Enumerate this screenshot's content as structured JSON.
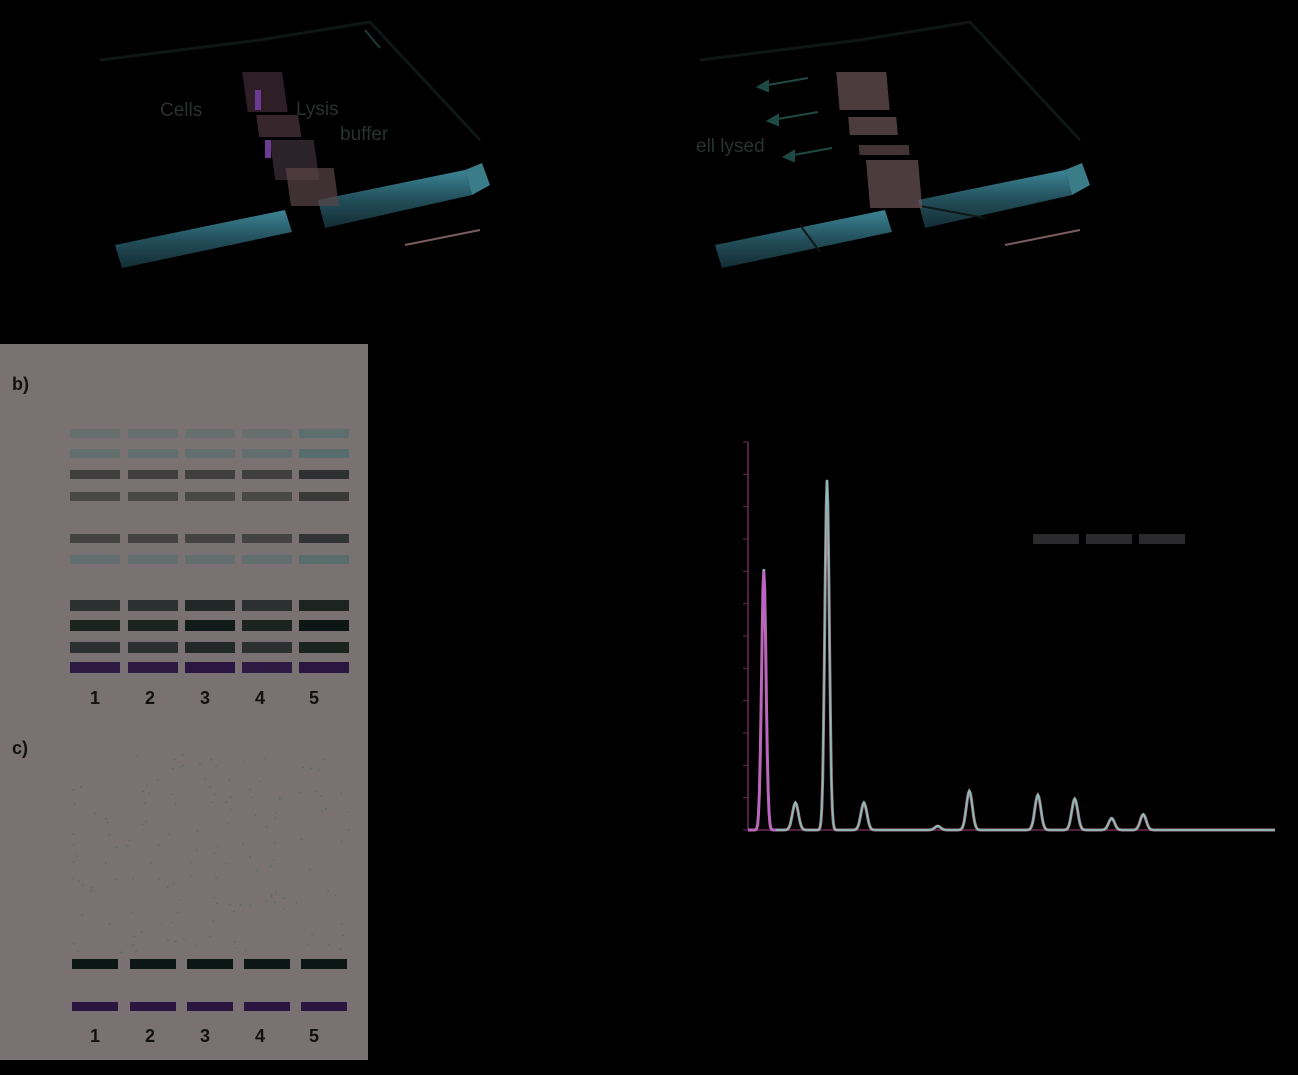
{
  "diagram": {
    "left_labels": {
      "cells": "Cells",
      "lysis": "Lysis",
      "buffer": "buffer"
    },
    "right_labels": {
      "cell_lysed": "ell lysed"
    }
  },
  "gel_b": {
    "label": "b)",
    "lanes": [
      "1",
      "2",
      "3",
      "4",
      "5"
    ]
  },
  "gel_c": {
    "label": "c)",
    "lanes": [
      "1",
      "2",
      "3",
      "4",
      "5"
    ]
  },
  "colors": {
    "gel_background": "#7a7172",
    "band_dark": "#0c1614",
    "band_teal": "#2f6b66",
    "band_purple": "#2a1640",
    "trace_pink": "#c98ba0",
    "trace_teal": "#7fc7bd",
    "trace_purple": "#c060d0",
    "channel_teal": "#2d6470"
  },
  "chart_data": {
    "type": "line",
    "title": "",
    "xlabel": "",
    "ylabel": "",
    "series": [
      {
        "peaks": [
          {
            "x": 0.03,
            "y": 0.67
          },
          {
            "x": 0.09,
            "y": 0.07
          },
          {
            "x": 0.15,
            "y": 0.9
          },
          {
            "x": 0.22,
            "y": 0.07
          },
          {
            "x": 0.36,
            "y": 0.01
          },
          {
            "x": 0.42,
            "y": 0.1
          },
          {
            "x": 0.55,
            "y": 0.09
          },
          {
            "x": 0.62,
            "y": 0.08
          },
          {
            "x": 0.69,
            "y": 0.03
          },
          {
            "x": 0.75,
            "y": 0.04
          }
        ]
      }
    ],
    "xlim": [
      0,
      1
    ],
    "ylim": [
      0,
      1
    ],
    "y_ticks": 12
  }
}
